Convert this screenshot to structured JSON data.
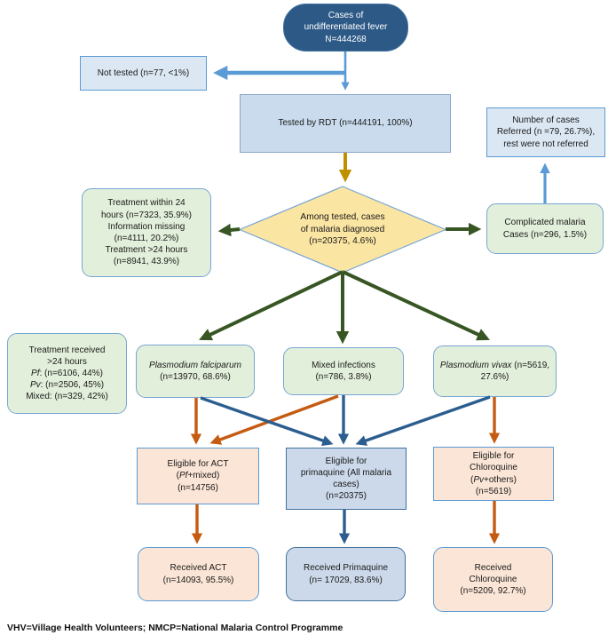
{
  "colors": {
    "arrow_blue_light": "#5b9bd5",
    "arrow_gold": "#bf9000",
    "arrow_green_dark": "#375623",
    "arrow_orange": "#c55a11",
    "arrow_blue_dark": "#2c5d8f",
    "node_dark_blue": "#2d5986",
    "node_light_blue": "#dbe7f3",
    "node_mid_blue": "#c9dbed",
    "node_green": "#e2efda",
    "node_gold": "#fbe5a3",
    "node_peach": "#fbe5d6",
    "node_primaquine_blue": "#ccd9ea"
  },
  "nodes": {
    "fever": {
      "lines": [
        "Cases of",
        "undifferentiated fever",
        "N=444268"
      ]
    },
    "not_tested": {
      "lines": [
        "Not tested (n=77, <1%)"
      ]
    },
    "tested": {
      "lines": [
        "Tested by RDT (n=444191, 100%)"
      ]
    },
    "referred": {
      "lines": [
        "Number of cases",
        "Referred (n =79, 26.7%),",
        "rest were not referred"
      ]
    },
    "diamond": {
      "lines": [
        "Among tested, cases",
        "of malaria diagnosed",
        "(n=20375, 4.6%)"
      ]
    },
    "treatment_timing": {
      "lines": [
        "Treatment within 24",
        "hours (n=7323, 35.9%)",
        "Information missing",
        "(n=4111, 20.2%)",
        "Treatment >24 hours",
        "(n=8941, 43.9%)"
      ]
    },
    "complicated": {
      "lines": [
        "Complicated malaria",
        "Cases (n=296, 1.5%)"
      ]
    },
    "treatment_received": {
      "line1": "Treatment received",
      "line2": ">24 hours",
      "pf_italic": "Pf",
      "pf_rest": ": (n=6106, 44%)",
      "pv_italic": "Pv",
      "pv_rest": ": (n=2506, 45%)",
      "line5": "Mixed: (n=329, 42%)"
    },
    "falciparum": {
      "italic": "Plasmodium falciparum",
      "rest": " (n=13970, 68.6%)"
    },
    "mixed": {
      "lines": [
        "Mixed infections",
        "(n=786, 3.8%)"
      ]
    },
    "vivax": {
      "italic": "Plasmodium vivax",
      "rest": " (n=5619, 27.6%)"
    },
    "eligible_act": {
      "line1": "Eligible for ACT",
      "open": "(",
      "pf_italic": "Pf",
      "close": "+mixed)",
      "line3": "(n=14756)"
    },
    "eligible_primaquine": {
      "lines": [
        "Eligible for",
        "primaquine (All malaria",
        "cases)",
        "(n=20375)"
      ]
    },
    "eligible_chloroquine": {
      "line1": "Eligible for",
      "line2": "Chloroquine",
      "open": "(",
      "pv_italic": "Pv",
      "close": "+others)",
      "line4": "(n=5619)"
    },
    "received_act": {
      "lines": [
        "Received ACT",
        "(n=14093, 95.5%)"
      ]
    },
    "received_primaquine": {
      "lines": [
        "Received Primaquine",
        "(n= 17029, 83.6%)"
      ]
    },
    "received_chloroquine": {
      "lines": [
        "Received",
        "Chloroquine",
        "(n=5209, 92.7%)"
      ]
    }
  },
  "footer": "VHV=Village Health Volunteers; NMCP=National Malaria Control Programme"
}
